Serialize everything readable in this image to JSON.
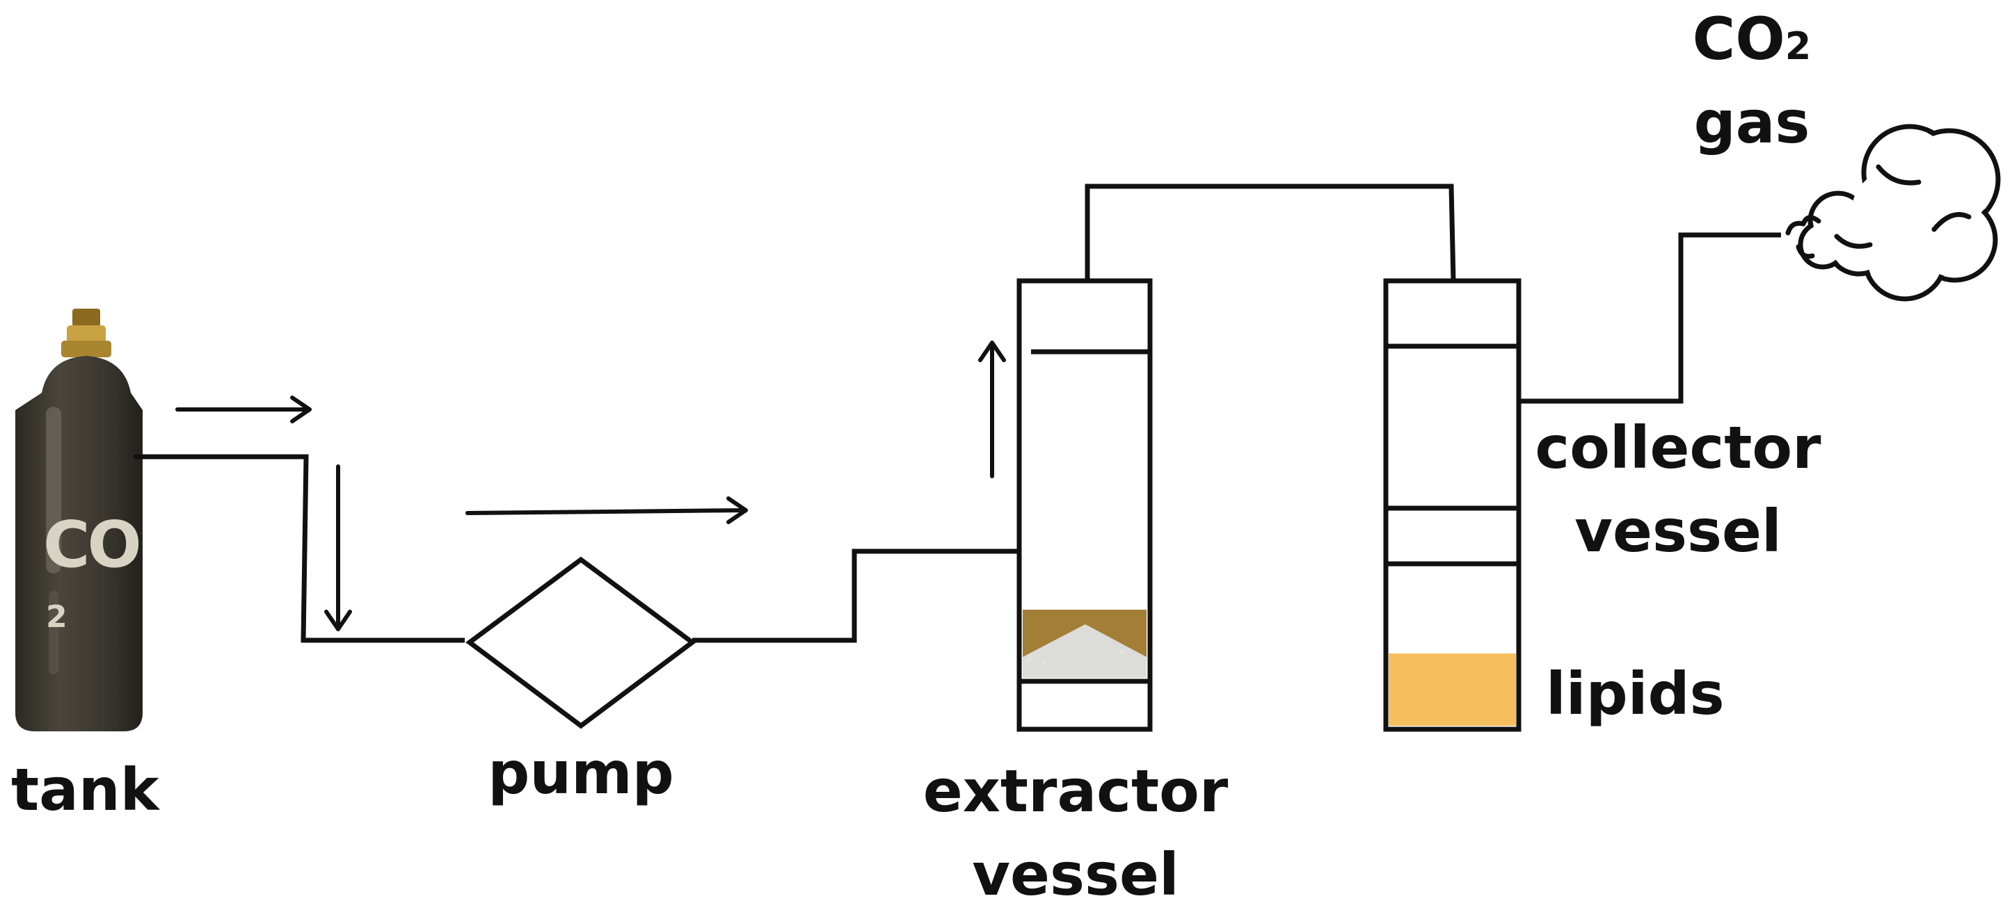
{
  "labels": {
    "tank": "tank",
    "pump": "pump",
    "extractor_line1": "extractor",
    "extractor_line2": "vessel",
    "collector_line1": "collector",
    "collector_line2": "vessel",
    "lipids": "lipids",
    "gas_line1_main": "CO",
    "gas_line1_sub": "2",
    "gas_line2": "gas"
  },
  "tank_print": {
    "main": "CO",
    "sub": "2"
  },
  "colors": {
    "line": "#111111",
    "tank_body": "#3b3831",
    "tank_valve": "#c9a242",
    "sample_bed": "#a37e37",
    "sample_powder": "#dcdcd8",
    "lipids_fill": "#f6bf5d"
  },
  "icons": {
    "tank": "co2-cylinder-icon",
    "gas": "gas-cloud-icon"
  }
}
